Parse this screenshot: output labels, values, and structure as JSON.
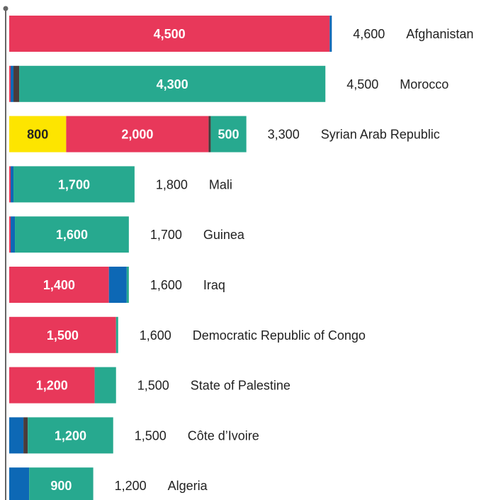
{
  "chart_data": {
    "type": "bar",
    "orientation": "horizontal",
    "stacked": true,
    "grid": false,
    "legend": "none",
    "xlim": [
      0,
      4650
    ],
    "colors": {
      "red": "#e8385a",
      "teal": "#27a98f",
      "blue": "#0d68b5",
      "yellow": "#fde500",
      "dark": "#4a3b3b",
      "axis": "#666666"
    },
    "rows": [
      {
        "country": "Afghanistan",
        "total_label": "4,600",
        "segments": [
          {
            "value": 4500,
            "color": "red",
            "label": "4,500"
          },
          {
            "value": 30,
            "color": "blue",
            "label": ""
          }
        ]
      },
      {
        "country": "Morocco",
        "total_label": "4,500",
        "segments": [
          {
            "value": 20,
            "color": "red",
            "label": ""
          },
          {
            "value": 40,
            "color": "blue",
            "label": ""
          },
          {
            "value": 80,
            "color": "dark",
            "label": ""
          },
          {
            "value": 4300,
            "color": "teal",
            "label": "4,300"
          }
        ]
      },
      {
        "country": "Syrian Arab Republic",
        "total_label": "3,300",
        "segments": [
          {
            "value": 800,
            "color": "yellow",
            "label": "800"
          },
          {
            "value": 2000,
            "color": "red",
            "label": "2,000"
          },
          {
            "value": 30,
            "color": "dark",
            "label": ""
          },
          {
            "value": 500,
            "color": "teal",
            "label": "500"
          }
        ]
      },
      {
        "country": "Mali",
        "total_label": "1,800",
        "segments": [
          {
            "value": 20,
            "color": "red",
            "label": ""
          },
          {
            "value": 40,
            "color": "blue",
            "label": ""
          },
          {
            "value": 1700,
            "color": "teal",
            "label": "1,700"
          }
        ]
      },
      {
        "country": "Guinea",
        "total_label": "1,700",
        "segments": [
          {
            "value": 20,
            "color": "red",
            "label": ""
          },
          {
            "value": 60,
            "color": "blue",
            "label": ""
          },
          {
            "value": 1600,
            "color": "teal",
            "label": "1,600"
          }
        ]
      },
      {
        "country": "Iraq",
        "total_label": "1,600",
        "segments": [
          {
            "value": 1400,
            "color": "red",
            "label": "1,400"
          },
          {
            "value": 250,
            "color": "blue",
            "label": ""
          },
          {
            "value": 30,
            "color": "teal",
            "label": ""
          }
        ]
      },
      {
        "country": "Democratic Republic of Congo",
        "total_label": "1,600",
        "segments": [
          {
            "value": 1500,
            "color": "red",
            "label": "1,500"
          },
          {
            "value": 30,
            "color": "teal",
            "label": ""
          }
        ]
      },
      {
        "country": "State of Palestine",
        "total_label": "1,500",
        "segments": [
          {
            "value": 1200,
            "color": "red",
            "label": "1,200"
          },
          {
            "value": 300,
            "color": "teal",
            "label": ""
          }
        ]
      },
      {
        "country": "Côte d’Ivoire",
        "total_label": "1,500",
        "segments": [
          {
            "value": 200,
            "color": "blue",
            "label": ""
          },
          {
            "value": 60,
            "color": "dark",
            "label": ""
          },
          {
            "value": 1200,
            "color": "teal",
            "label": "1,200"
          }
        ]
      },
      {
        "country": "Algeria",
        "total_label": "1,200",
        "segments": [
          {
            "value": 280,
            "color": "blue",
            "label": ""
          },
          {
            "value": 900,
            "color": "teal",
            "label": "900"
          }
        ]
      }
    ]
  }
}
